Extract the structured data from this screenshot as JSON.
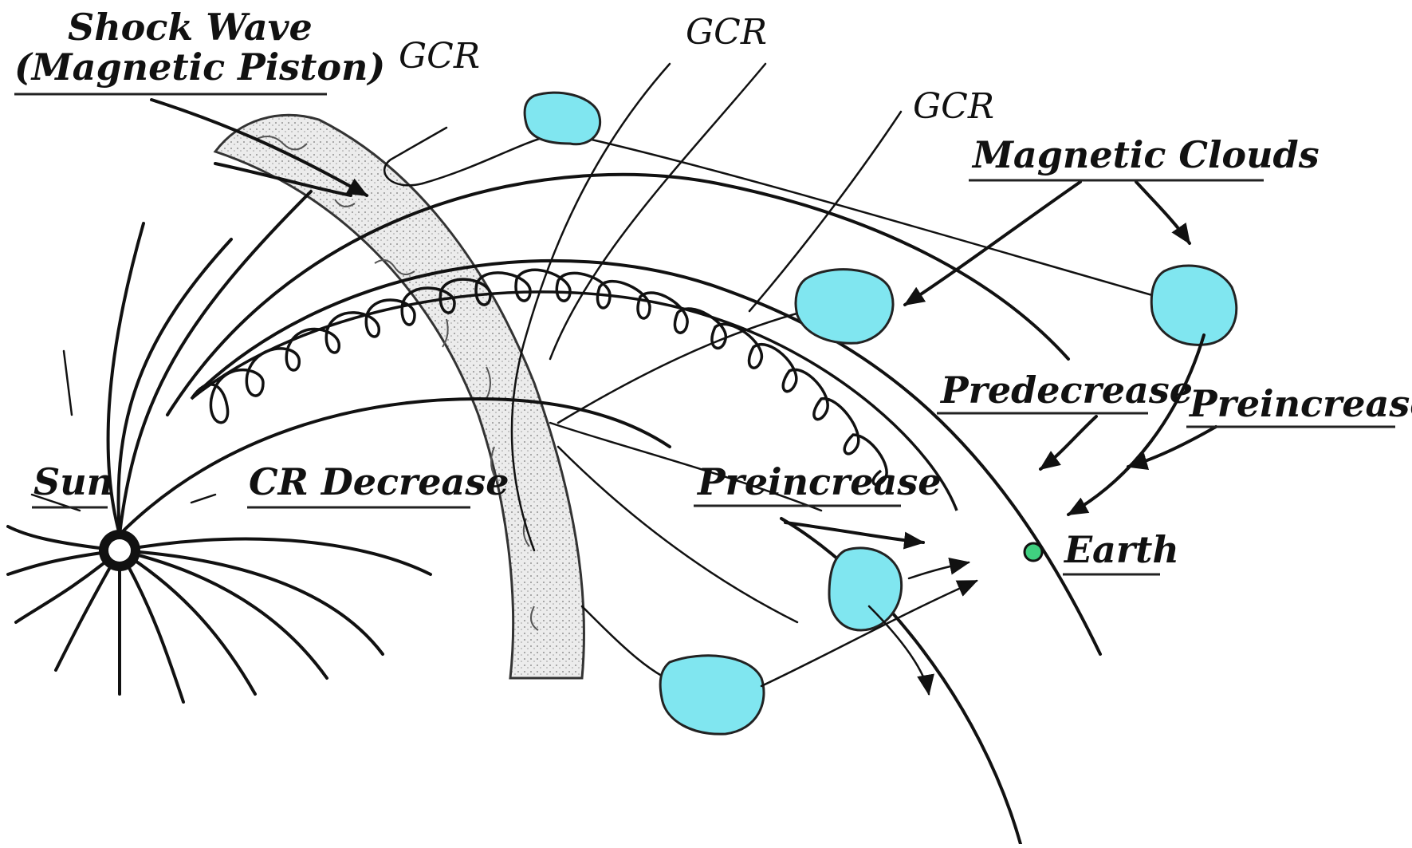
{
  "labels": {
    "shock_wave_line1": "Shock Wave",
    "shock_wave_line2": "(Magnetic Piston)",
    "gcr_1": "GCR",
    "gcr_2": "GCR",
    "gcr_3": "GCR",
    "magnetic_clouds": "Magnetic Clouds",
    "predecrease": "Predecrease",
    "preincrease_right": "Preincrease",
    "preincrease_center": "Preincrease",
    "sun": "Sun",
    "cr_decrease": "CR Decrease",
    "earth": "Earth"
  },
  "colors": {
    "cloud_fill": "#80e6f0",
    "earth_fill": "#40d080",
    "shock_fill": "#e4e4e4",
    "ink": "#111111"
  }
}
